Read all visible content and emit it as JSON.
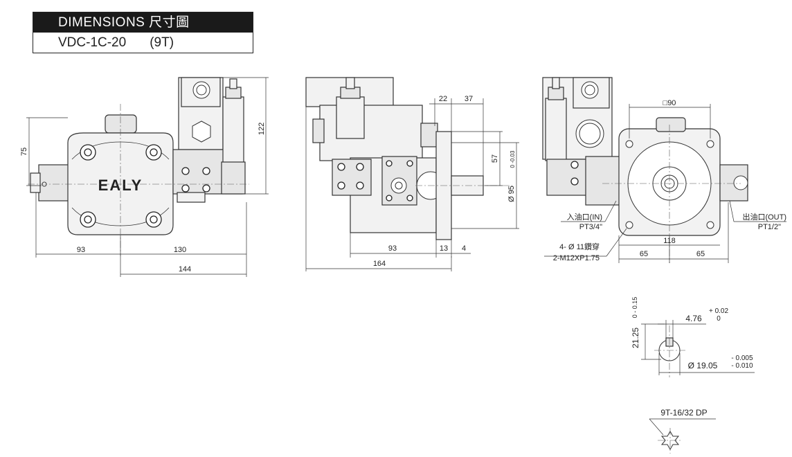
{
  "header": {
    "title": "DIMENSIONS 尺寸圖",
    "model": "VDC-1C-20",
    "variant": "(9T)"
  },
  "logo": "EALY",
  "front_view": {
    "height_75": "75",
    "height_122": "122",
    "width_93": "93",
    "width_130": "130",
    "width_144": "144"
  },
  "side_view": {
    "dim_22": "22",
    "dim_37": "37",
    "dim_57": "57",
    "shaft_dia": "Ø 95",
    "shaft_tol": "0  -0.03",
    "dim_93": "93",
    "dim_13": "13",
    "dim_4": "4",
    "dim_164": "164"
  },
  "rear_view": {
    "square": "□90",
    "inlet_label": "入油口(IN)",
    "inlet_thread": "PT3/4\"",
    "outlet_label": "出油口(OUT)",
    "outlet_thread": "PT1/2\"",
    "holes_label": "4- Ø 11鑽穿",
    "holes_thread": "2-M12XP1.75",
    "dim_118": "118",
    "dim_65_left": "65",
    "dim_65_right": "65"
  },
  "shaft_detail": {
    "key_width": "4.76",
    "key_tol_upper": "+ 0.02",
    "key_tol_lower": "0",
    "key_height": "21.25",
    "height_tol": "0  - 0.15",
    "shaft_dia": "Ø 19.05",
    "dia_tol_upper": "- 0.005",
    "dia_tol_lower": "- 0.010"
  },
  "spline_detail": {
    "label": "9T-16/32 DP"
  }
}
